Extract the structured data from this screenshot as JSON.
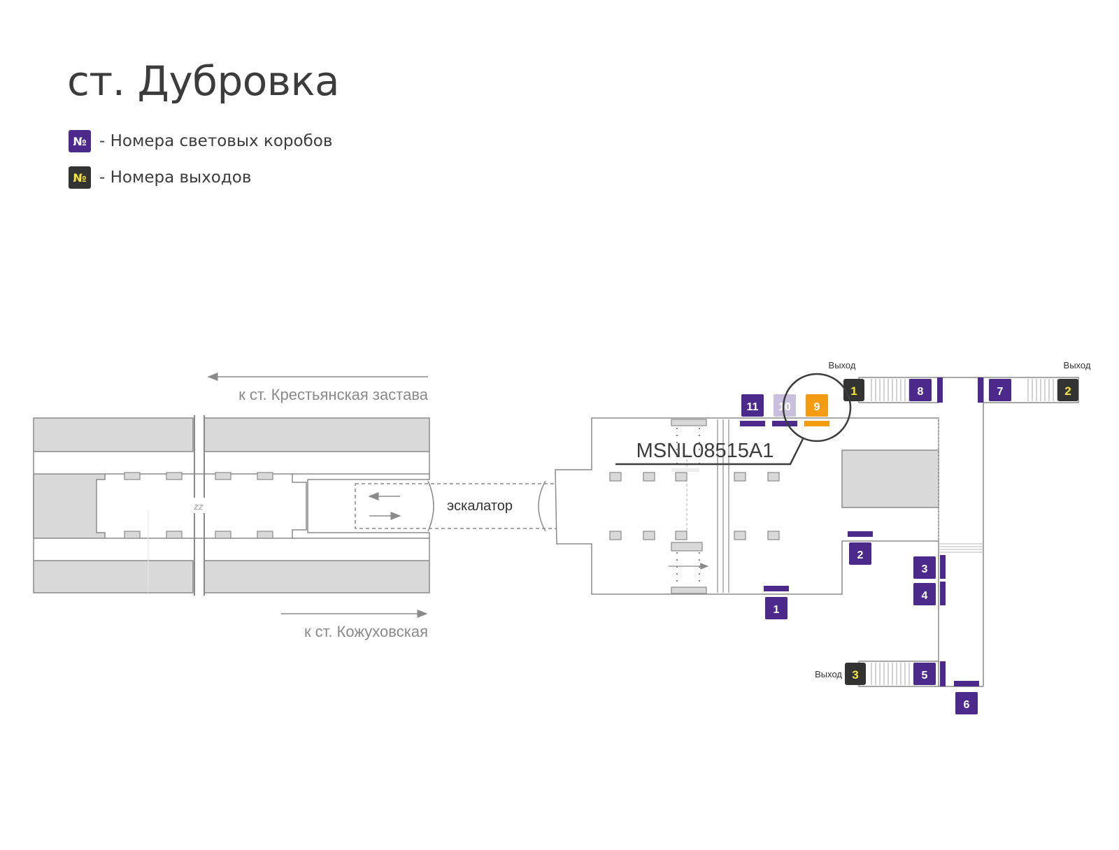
{
  "station": {
    "title": "ст. Дубровка"
  },
  "legend": [
    {
      "symbol": "№",
      "kind": "box",
      "text": "- Номера световых коробов"
    },
    {
      "symbol": "№",
      "kind": "exit",
      "text": "- Номера выходов"
    }
  ],
  "map": {
    "direction_top": "к ст. Крестьянская застава",
    "direction_bottom": "к ст. Кожуховская",
    "escalator_label": "эскалатор",
    "break_mark": "zz",
    "highlight_code": "MSNL08515A1",
    "exit_word": "Выход",
    "exits": [
      "1",
      "2",
      "3"
    ],
    "light_boxes": [
      "1",
      "2",
      "3",
      "4",
      "5",
      "6",
      "7",
      "8",
      "9",
      "10",
      "11"
    ],
    "highlighted_box": "9"
  },
  "colors": {
    "box_purple": "#4b2a8c",
    "box_faded": "#c8c0dc",
    "highlight_orange": "#f39c12",
    "exit_dark": "#333333",
    "exit_text": "#f5e63b",
    "structure_gray": "#d9d9d9",
    "outline": "#8a8a8a"
  }
}
